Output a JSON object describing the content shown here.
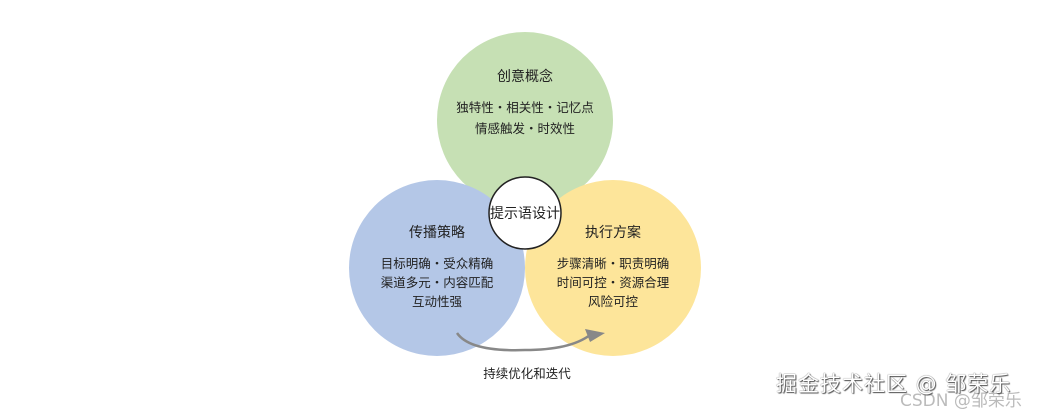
{
  "diagram": {
    "center": {
      "label": "提示语设计"
    },
    "circles": [
      {
        "title": "创意概念",
        "lines": [
          "独特性・相关性・记忆点",
          "情感触发・时效性"
        ],
        "color": "#c6e0b4"
      },
      {
        "title": "传播策略",
        "lines": [
          "目标明确・受众精确",
          "渠道多元・内容匹配",
          "互动性强"
        ],
        "color": "#b4c7e7"
      },
      {
        "title": "执行方案",
        "lines": [
          "步骤清晰・职责明确",
          "时间可控・资源合理",
          "风险可控"
        ],
        "color": "#fde59a"
      }
    ],
    "arrow_label": "持续优化和迭代"
  },
  "watermarks": {
    "juejin": "掘金技术社区 @ 邹荣乐",
    "csdn": "CSDN @邹荣乐"
  }
}
